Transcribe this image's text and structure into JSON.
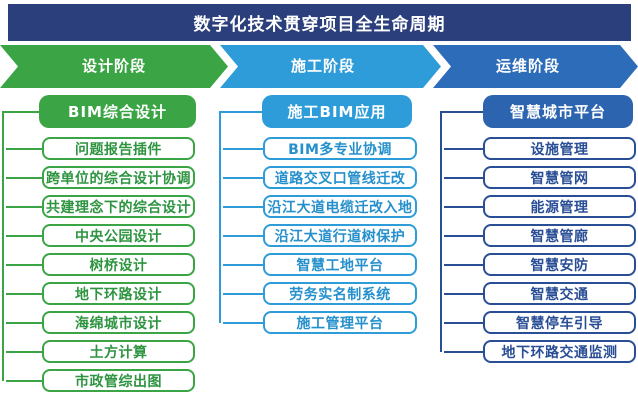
{
  "title": "数字化技术贯穿项目全生命周期",
  "colors": {
    "banner_bg": "#2B3F7C",
    "design_green": "#3BA546",
    "construction_blue": "#2E9CD8",
    "operation_blue": "#2C6CB8",
    "operation_header_bg": "#2D64AF",
    "operation_item_border": "#2A4E96",
    "text_on_fill": "#FFFFFF"
  },
  "phases": [
    {
      "label": "设计阶段",
      "color": "#3BA546",
      "header": "BIM综合设计",
      "items": [
        "问题报告插件",
        "跨单位的综合设计协调",
        "共建理念下的综合设计",
        "中央公园设计",
        "树桥设计",
        "地下环路设计",
        "海绵城市设计",
        "土方计算",
        "市政管综出图"
      ]
    },
    {
      "label": "施工阶段",
      "color": "#2E9CD8",
      "header": "施工BIM应用",
      "items": [
        "BIM多专业协调",
        "道路交叉口管线迁改",
        "沿江大道电缆迁改入地",
        "沿江大道行道树保护",
        "智慧工地平台",
        "劳务实名制系统",
        "施工管理平台"
      ]
    },
    {
      "label": "运维阶段",
      "color": "#2C6CB8",
      "header": "智慧城市平台",
      "items": [
        "设施管理",
        "智慧管网",
        "能源管理",
        "智慧管廊",
        "智慧安防",
        "智慧交通",
        "智慧停车引导",
        "地下环路交通监测"
      ]
    }
  ]
}
